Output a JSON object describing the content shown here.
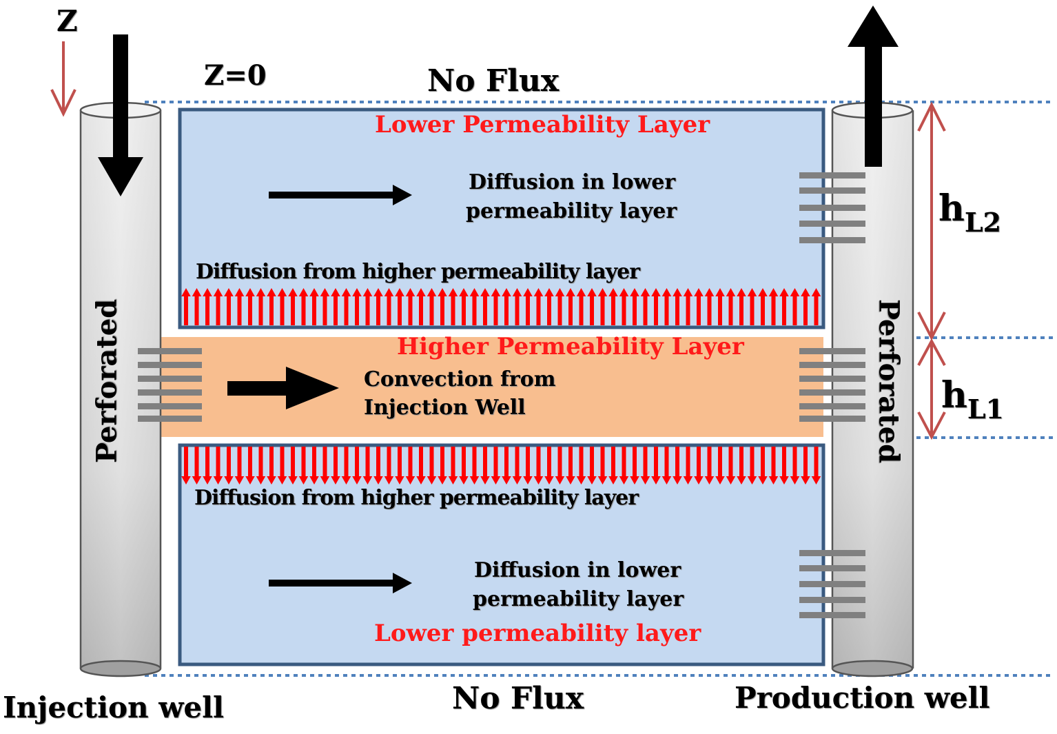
{
  "labels": {
    "z_axis": "Z",
    "z_zero": "Z=0",
    "no_flux_top": "No Flux",
    "no_flux_bottom": "No Flux",
    "lower_layer_top": "Lower  Permeability Layer",
    "lower_layer_bottom": "Lower  permeability layer",
    "higher_layer": "Higher Permeability   Layer",
    "diffusion_lower_top_line1": "Diffusion in lower",
    "diffusion_lower_top_line2": "permeability  layer",
    "diffusion_lower_bottom_line1": "Diffusion in lower",
    "diffusion_lower_bottom_line2": "permeability  layer",
    "diffusion_from_higher_top": "Diffusion from higher   permeability layer",
    "diffusion_from_higher_bottom": "Diffusion from higher permeability layer",
    "convection_line1": "Convection  from",
    "convection_line2": "Injection Well",
    "perforated_left": "Perforated",
    "perforated_right": "Perforated",
    "injection_well": "Injection well",
    "production_well": "Production well",
    "h_l2_main": "h",
    "h_l2_sub": "L2",
    "h_l1_main": "h",
    "h_l1_sub": "L1"
  },
  "colors": {
    "lower_layer_fill": "#c5d9f1",
    "lower_layer_border": "#3a5a80",
    "higher_layer_fill": "#f8be8f",
    "red_text": "#ff1a1a",
    "red_arrows": "#ff0000",
    "dimension_arrows": "#c0504d",
    "dotted_lines": "#4f81bd",
    "perforation_bars": "#808080"
  }
}
